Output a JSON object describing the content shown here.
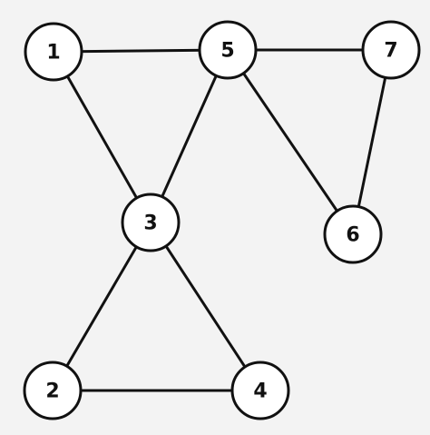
{
  "graph": {
    "nodes": [
      {
        "id": "1",
        "label": "1"
      },
      {
        "id": "5",
        "label": "5"
      },
      {
        "id": "7",
        "label": "7"
      },
      {
        "id": "3",
        "label": "3"
      },
      {
        "id": "6",
        "label": "6"
      },
      {
        "id": "2",
        "label": "2"
      },
      {
        "id": "4",
        "label": "4"
      }
    ],
    "edges": [
      {
        "from": "1",
        "to": "5"
      },
      {
        "from": "5",
        "to": "7"
      },
      {
        "from": "1",
        "to": "3"
      },
      {
        "from": "5",
        "to": "3"
      },
      {
        "from": "5",
        "to": "6"
      },
      {
        "from": "7",
        "to": "6"
      },
      {
        "from": "3",
        "to": "2"
      },
      {
        "from": "3",
        "to": "4"
      },
      {
        "from": "2",
        "to": "4"
      }
    ]
  }
}
